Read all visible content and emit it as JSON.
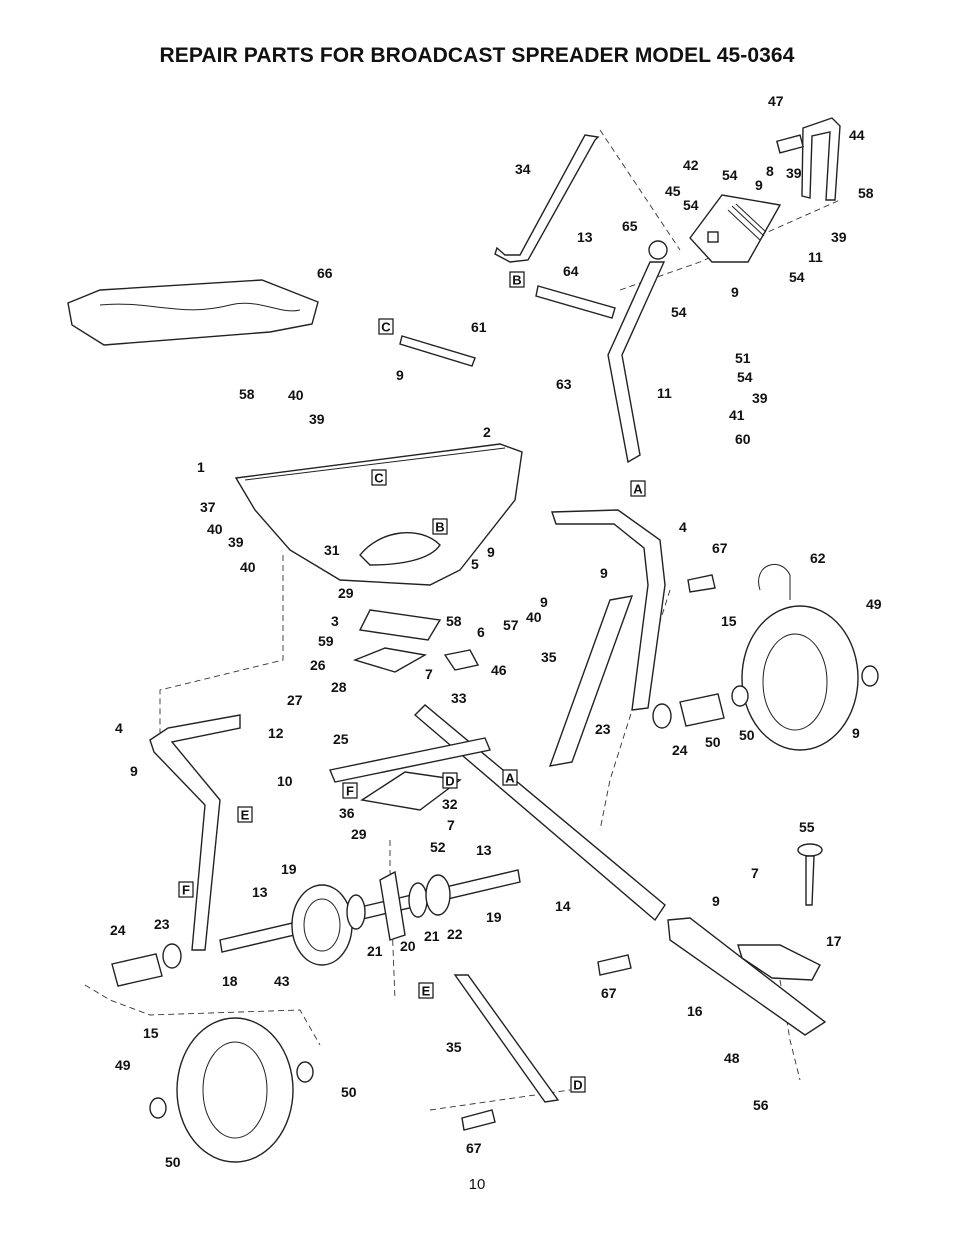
{
  "header": {
    "title": "REPAIR PARTS FOR BROADCAST SPREADER MODEL 45-0364"
  },
  "footer": {
    "page_number": "10"
  },
  "callouts": [
    {
      "text": "47"
    },
    {
      "text": "44"
    },
    {
      "text": "42"
    },
    {
      "text": "54"
    },
    {
      "text": "8"
    },
    {
      "text": "39"
    },
    {
      "text": "34"
    },
    {
      "text": "45"
    },
    {
      "text": "9"
    },
    {
      "text": "58"
    },
    {
      "text": "54"
    },
    {
      "text": "39"
    },
    {
      "text": "13"
    },
    {
      "text": "65"
    },
    {
      "text": "11"
    },
    {
      "text": "64"
    },
    {
      "text": "9"
    },
    {
      "text": "54"
    },
    {
      "text": "54"
    },
    {
      "text": "66"
    },
    {
      "text": "61"
    },
    {
      "text": "9"
    },
    {
      "text": "63"
    },
    {
      "text": "51"
    },
    {
      "text": "54"
    },
    {
      "text": "39"
    },
    {
      "text": "41"
    },
    {
      "text": "60"
    },
    {
      "text": "58"
    },
    {
      "text": "40"
    },
    {
      "text": "11"
    },
    {
      "text": "39"
    },
    {
      "text": "2"
    },
    {
      "text": "1"
    },
    {
      "text": "37"
    },
    {
      "text": "40"
    },
    {
      "text": "39"
    },
    {
      "text": "31"
    },
    {
      "text": "40"
    },
    {
      "text": "5"
    },
    {
      "text": "9"
    },
    {
      "text": "4"
    },
    {
      "text": "67"
    },
    {
      "text": "62"
    },
    {
      "text": "29"
    },
    {
      "text": "9"
    },
    {
      "text": "3"
    },
    {
      "text": "58"
    },
    {
      "text": "6"
    },
    {
      "text": "57"
    },
    {
      "text": "40"
    },
    {
      "text": "9"
    },
    {
      "text": "49"
    },
    {
      "text": "59"
    },
    {
      "text": "15"
    },
    {
      "text": "26"
    },
    {
      "text": "46"
    },
    {
      "text": "35"
    },
    {
      "text": "7"
    },
    {
      "text": "28"
    },
    {
      "text": "33"
    },
    {
      "text": "27"
    },
    {
      "text": "25"
    },
    {
      "text": "4"
    },
    {
      "text": "12"
    },
    {
      "text": "9"
    },
    {
      "text": "23"
    },
    {
      "text": "24"
    },
    {
      "text": "50"
    },
    {
      "text": "50"
    },
    {
      "text": "9"
    },
    {
      "text": "10"
    },
    {
      "text": "36"
    },
    {
      "text": "32"
    },
    {
      "text": "29"
    },
    {
      "text": "7"
    },
    {
      "text": "52"
    },
    {
      "text": "13"
    },
    {
      "text": "55"
    },
    {
      "text": "19"
    },
    {
      "text": "7"
    },
    {
      "text": "13"
    },
    {
      "text": "19"
    },
    {
      "text": "14"
    },
    {
      "text": "9"
    },
    {
      "text": "24"
    },
    {
      "text": "23"
    },
    {
      "text": "21"
    },
    {
      "text": "20"
    },
    {
      "text": "21"
    },
    {
      "text": "22"
    },
    {
      "text": "17"
    },
    {
      "text": "18"
    },
    {
      "text": "43"
    },
    {
      "text": "67"
    },
    {
      "text": "16"
    },
    {
      "text": "15"
    },
    {
      "text": "35"
    },
    {
      "text": "48"
    },
    {
      "text": "49"
    },
    {
      "text": "50"
    },
    {
      "text": "56"
    },
    {
      "text": "67"
    },
    {
      "text": "50"
    }
  ],
  "reference_markers": [
    {
      "text": "B"
    },
    {
      "text": "C"
    },
    {
      "text": "A"
    },
    {
      "text": "C"
    },
    {
      "text": "B"
    },
    {
      "text": "F"
    },
    {
      "text": "D"
    },
    {
      "text": "A"
    },
    {
      "text": "E"
    },
    {
      "text": "F"
    },
    {
      "text": "E"
    },
    {
      "text": "D"
    }
  ]
}
